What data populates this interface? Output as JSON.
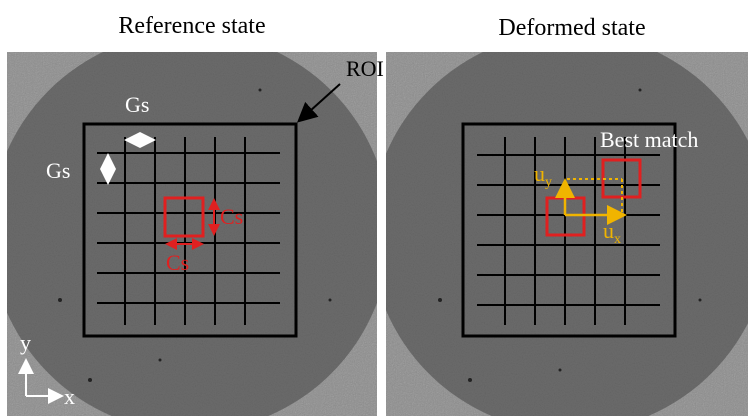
{
  "panels": {
    "reference": {
      "title": "Reference state",
      "roi_label": "ROI",
      "gs_horizontal_label": "Gs",
      "gs_vertical_label": "Gs",
      "cs_vertical_label": "Cs",
      "cs_horizontal_label": "Cs"
    },
    "deformed": {
      "title": "Deformed state",
      "best_match_label": "Best match",
      "uy_base": "u",
      "uy_sub": "y",
      "ux_base": "u",
      "ux_sub": "x"
    }
  },
  "axes": {
    "y_label": "y",
    "x_label": "x"
  },
  "colors": {
    "grid": "#000000",
    "subset": "#e02020",
    "displacement": "#f0b400",
    "annotation_text_red": "#e02020",
    "annotation_text_yellow": "#f0b400",
    "arrow_white": "#ffffff",
    "background_gray": "#8a8a8a",
    "specimen_gray": "#6e6e6e"
  }
}
